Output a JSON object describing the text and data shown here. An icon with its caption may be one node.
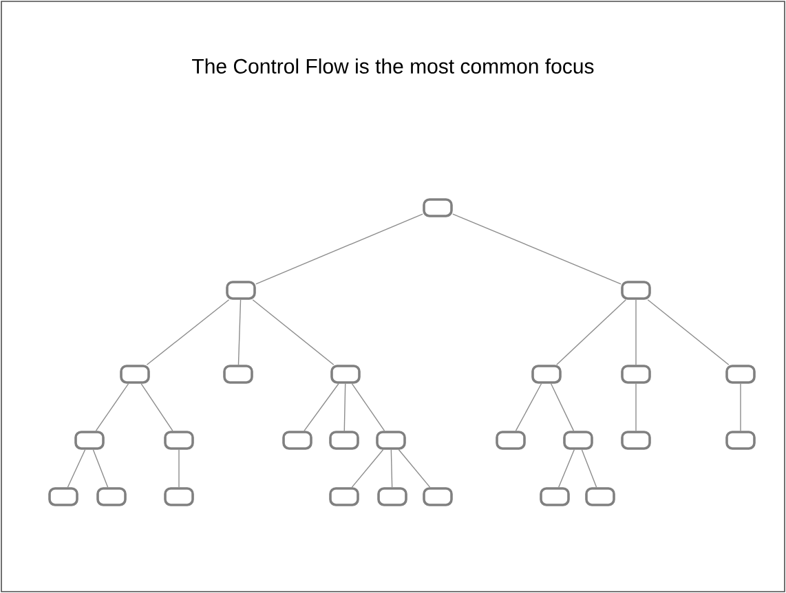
{
  "diagram": {
    "title": "The Control Flow is the most common focus",
    "nodes": [
      {
        "text": [],
        "shape": "box"
      },
      {
        "text": [],
        "shape": "box"
      },
      {
        "text": [],
        "shape": "box"
      },
      {
        "text": [],
        "shape": "box"
      },
      {
        "text": [],
        "shape": "box"
      },
      {
        "text": [],
        "shape": "box"
      },
      {
        "text": [],
        "shape": "box"
      },
      {
        "text": [],
        "shape": "box"
      },
      {
        "text": [],
        "shape": "box"
      },
      {
        "text": [],
        "shape": "box"
      },
      {
        "text": [],
        "shape": "box"
      },
      {
        "text": [],
        "shape": "box"
      },
      {
        "text": [],
        "shape": "box"
      },
      {
        "text": [],
        "shape": "box"
      },
      {
        "text": [],
        "shape": "box"
      },
      {
        "text": [],
        "shape": "box"
      },
      {
        "text": [],
        "shape": "box"
      },
      {
        "text": [],
        "shape": "box"
      },
      {
        "text": [],
        "shape": "box"
      },
      {
        "text": [],
        "shape": "box"
      },
      {
        "text": [],
        "shape": "box"
      },
      {
        "text": [],
        "shape": "box"
      },
      {
        "text": [],
        "shape": "box"
      },
      {
        "text": [],
        "shape": "box"
      },
      {
        "text": [],
        "shape": "box"
      },
      {
        "text": [],
        "shape": "box"
      }
    ],
    "edges": [
      {
        "from": 0,
        "to": 1,
        "arrow": "none"
      },
      {
        "from": 0,
        "to": 2,
        "arrow": "none"
      },
      {
        "from": 1,
        "to": 3,
        "arrow": "none"
      },
      {
        "from": 1,
        "to": 4,
        "arrow": "none"
      },
      {
        "from": 1,
        "to": 5,
        "arrow": "none"
      },
      {
        "from": 2,
        "to": 6,
        "arrow": "none"
      },
      {
        "from": 2,
        "to": 7,
        "arrow": "none"
      },
      {
        "from": 2,
        "to": 8,
        "arrow": "none"
      },
      {
        "from": 3,
        "to": 9,
        "arrow": "none"
      },
      {
        "from": 3,
        "to": 10,
        "arrow": "none"
      },
      {
        "from": 5,
        "to": 11,
        "arrow": "none"
      },
      {
        "from": 5,
        "to": 12,
        "arrow": "none"
      },
      {
        "from": 5,
        "to": 13,
        "arrow": "none"
      },
      {
        "from": 6,
        "to": 14,
        "arrow": "none"
      },
      {
        "from": 6,
        "to": 15,
        "arrow": "none"
      },
      {
        "from": 7,
        "to": 16,
        "arrow": "none"
      },
      {
        "from": 8,
        "to": 17,
        "arrow": "none"
      },
      {
        "from": 9,
        "to": 18,
        "arrow": "none"
      },
      {
        "from": 9,
        "to": 19,
        "arrow": "none"
      },
      {
        "from": 10,
        "to": 20,
        "arrow": "none"
      },
      {
        "from": 13,
        "to": 21,
        "arrow": "none"
      },
      {
        "from": 13,
        "to": 22,
        "arrow": "none"
      },
      {
        "from": 13,
        "to": 23,
        "arrow": "none"
      },
      {
        "from": 15,
        "to": 24,
        "arrow": "none"
      },
      {
        "from": 15,
        "to": 25,
        "arrow": "none"
      }
    ]
  }
}
